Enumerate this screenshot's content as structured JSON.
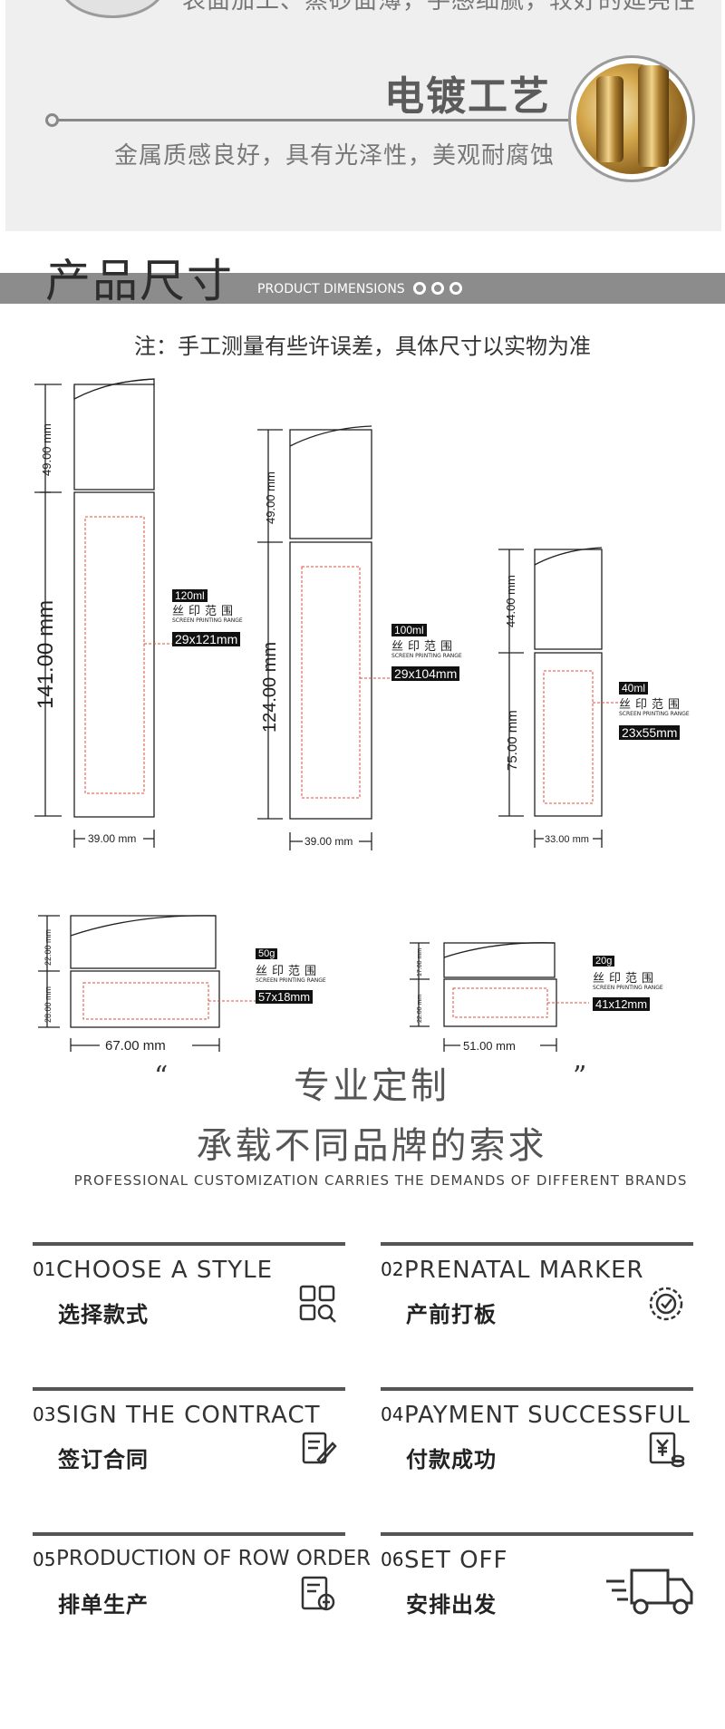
{
  "craft": {
    "top_desc": "表面加工、蒸砂面薄，手感细腻，较好的延亮性",
    "title": "电镀工艺",
    "desc": "金属质感良好，具有光泽性，美观耐腐蚀"
  },
  "dimensions": {
    "title": "产品尺寸",
    "subtitle": "PRODUCT DIMENSIONS",
    "note": "注：手工测量有些许误差，具体尺寸以实物为准",
    "screen_cn": "丝印范围",
    "screen_en": "SCREEN PRINTING RANGE",
    "products": [
      {
        "cap": "49.00 mm",
        "body": "141.00 mm",
        "width": "39.00 mm",
        "volume": "120ml",
        "range": "29x121mm"
      },
      {
        "cap": "49.00 mm",
        "body": "124.00 mm",
        "width": "39.00 mm",
        "volume": "100ml",
        "range": "29x104mm"
      },
      {
        "cap": "44.00 mm",
        "body": "75.00 mm",
        "width": "33.00 mm",
        "volume": "40ml",
        "range": "23x55mm"
      },
      {
        "cap": "22.00 mm",
        "body": "28.00 mm",
        "width": "67.00 mm",
        "volume": "50g",
        "range": "57x18mm"
      },
      {
        "cap": "17.00 mm",
        "body": "22.00 mm",
        "width": "51.00 mm",
        "volume": "20g",
        "range": "41x12mm"
      }
    ]
  },
  "customization": {
    "quote_open": "“",
    "quote_close": "”",
    "line1": "专业定制",
    "line2": "承载不同品牌的索求",
    "english": "PROFESSIONAL CUSTOMIZATION CARRIES THE DEMANDS OF DIFFERENT BRANDS"
  },
  "steps": [
    {
      "num": "01",
      "en": "CHOOSE A STYLE",
      "cn": "选择款式",
      "icon": "grid-search-icon"
    },
    {
      "num": "02",
      "en": "PRENATAL MARKER",
      "cn": "产前打板",
      "icon": "gear-check-icon"
    },
    {
      "num": "03",
      "en": "SIGN THE CONTRACT",
      "cn": "签订合同",
      "icon": "contract-sign-icon"
    },
    {
      "num": "04",
      "en": "PAYMENT SUCCESSFUL",
      "cn": "付款成功",
      "icon": "yen-invoice-icon"
    },
    {
      "num": "05",
      "en": "PRODUCTION OF ROW ORDER",
      "cn": "排单生产",
      "icon": "production-doc-icon"
    },
    {
      "num": "06",
      "en": "SET OFF",
      "cn": "安排出发",
      "icon": "delivery-truck-icon"
    }
  ]
}
